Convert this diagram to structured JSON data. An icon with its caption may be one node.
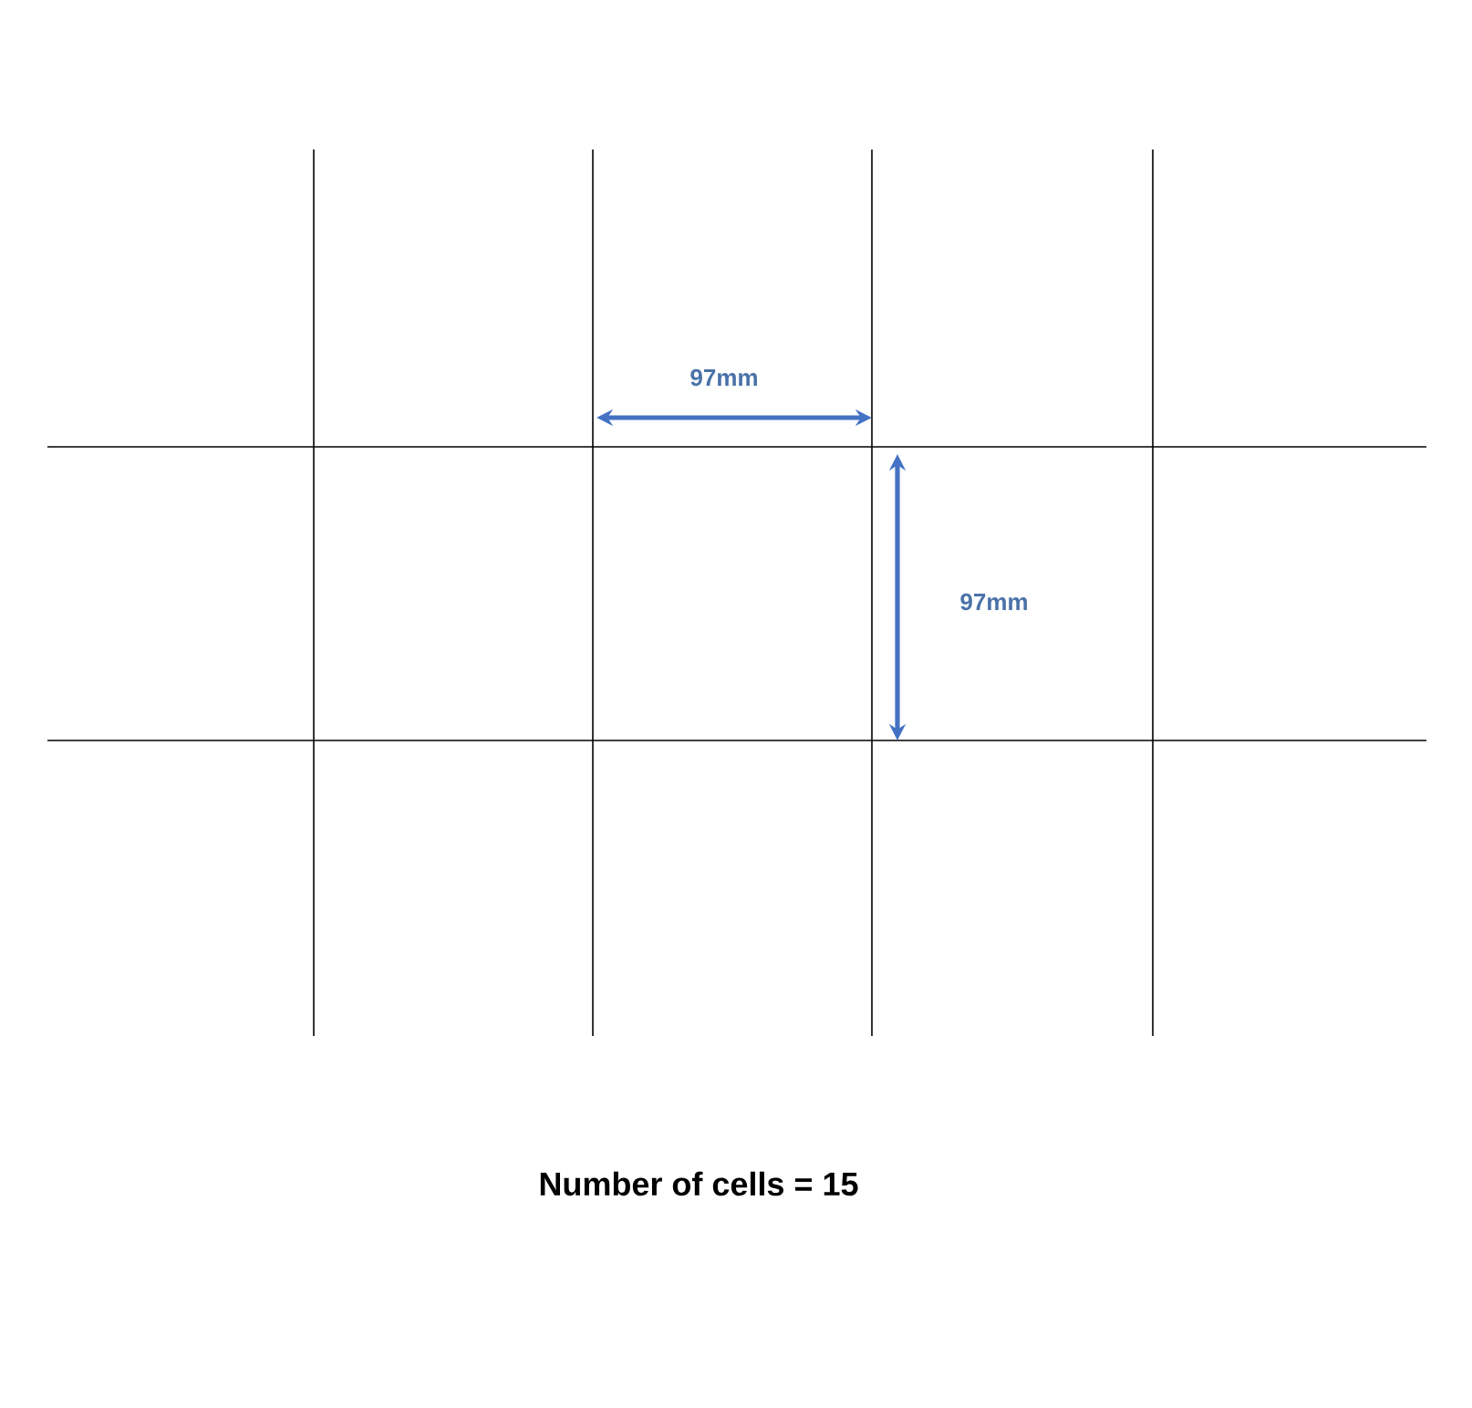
{
  "diagram": {
    "caption": "Number of cells = 15",
    "labels": [
      "97mm",
      "97mm"
    ]
  }
}
